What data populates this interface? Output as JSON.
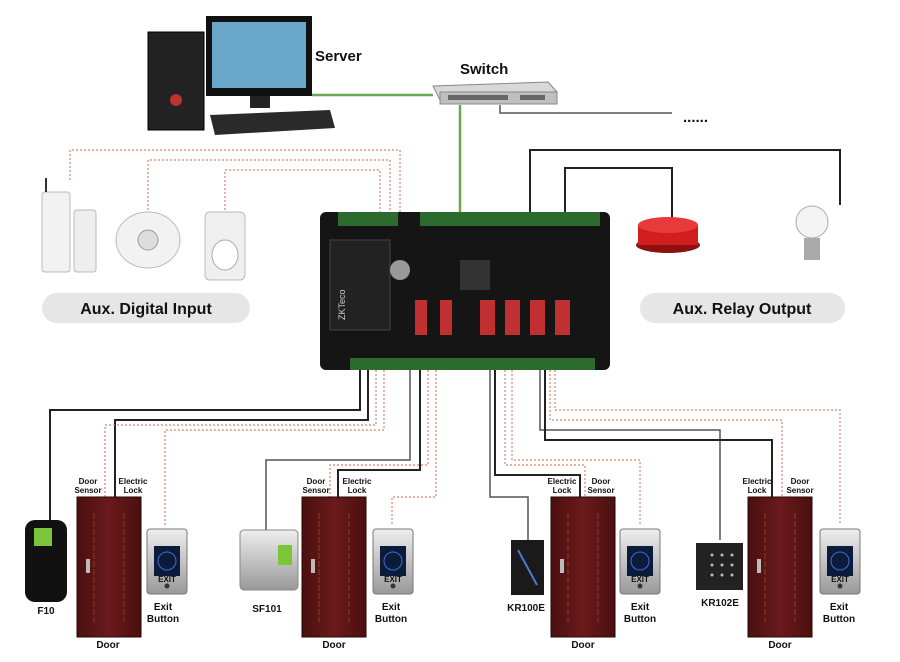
{
  "network": {
    "server": "Server",
    "switch": "Switch",
    "more": "......"
  },
  "groups": {
    "aux_input": "Aux. Digital Input",
    "aux_output": "Aux. Relay Output"
  },
  "board": {
    "brand": "ZKTeco"
  },
  "doors": [
    {
      "reader": "F10",
      "sensor": "Door Sensor",
      "lock": "Electric Lock",
      "door": "Door",
      "exit": "Exit Button"
    },
    {
      "reader": "SF101",
      "sensor": "Door Sensor",
      "lock": "Electric Lock",
      "door": "Door",
      "exit": "Exit Button"
    },
    {
      "reader": "KR100E",
      "sensor": "Door Sensor",
      "lock": "Electric Lock",
      "door": "Door",
      "exit": "Exit Button"
    },
    {
      "reader": "KR102E",
      "sensor": "Door Sensor",
      "lock": "Electric Lock",
      "door": "Door",
      "exit": "Exit Button"
    }
  ],
  "exit_button_text": "EXIT",
  "colors": {
    "door": "#5a1414",
    "board": "#151515",
    "network_cable": "#6aa84f",
    "signal_wire": "#d9826a",
    "pill": "#e6e6e6"
  }
}
